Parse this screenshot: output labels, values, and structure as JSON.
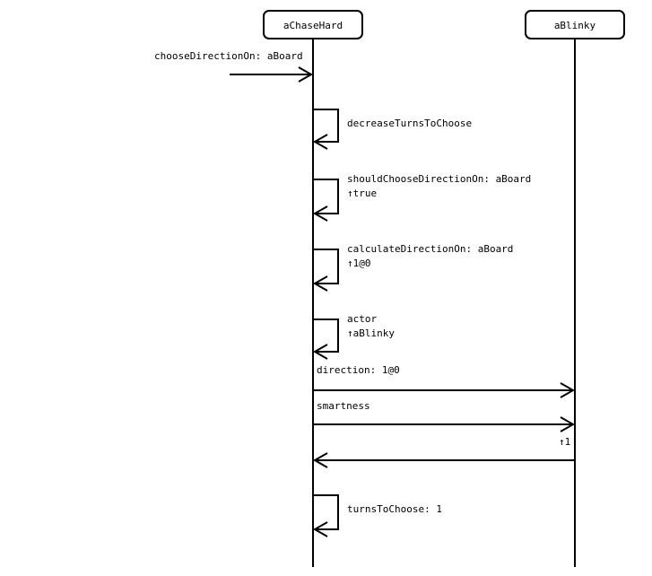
{
  "objects": {
    "chase": "aChaseHard",
    "blinky": "aBlinky"
  },
  "messages": {
    "incoming": "chooseDirectionOn: aBoard",
    "decrease": "decreaseTurnsToChoose",
    "should": "shouldChooseDirectionOn: aBoard",
    "should_ret": "↑true",
    "calc": "calculateDirectionOn: aBoard",
    "calc_ret": "↑1@0",
    "actor": "actor",
    "actor_ret": "↑aBlinky",
    "direction": "direction: 1@0",
    "smartness": "smartness",
    "smartness_ret": "↑1",
    "turns": "turnsToChoose: 1"
  }
}
